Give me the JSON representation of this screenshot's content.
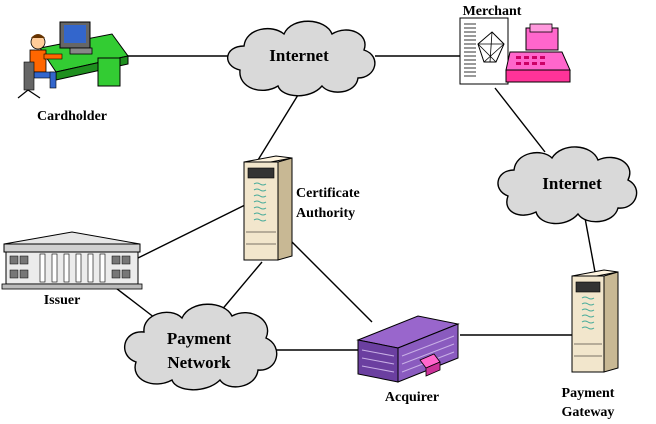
{
  "nodes": {
    "cardholder": "Cardholder",
    "merchant": "Merchant",
    "certificate_authority_line1": "Certificate",
    "certificate_authority_line2": "Authority",
    "issuer": "Issuer",
    "acquirer": "Acquirer",
    "payment_gateway_line1": "Payment",
    "payment_gateway_line2": "Gateway"
  },
  "clouds": {
    "internet_top": "Internet",
    "internet_right": "Internet",
    "payment_network_line1": "Payment",
    "payment_network_line2": "Network"
  },
  "colors": {
    "cloud_fill": "#d9d9d9",
    "desk": "#33cc33",
    "register": "#ff66cc",
    "acquirer_roof": "#9966cc",
    "server": "#f2e6cc"
  }
}
